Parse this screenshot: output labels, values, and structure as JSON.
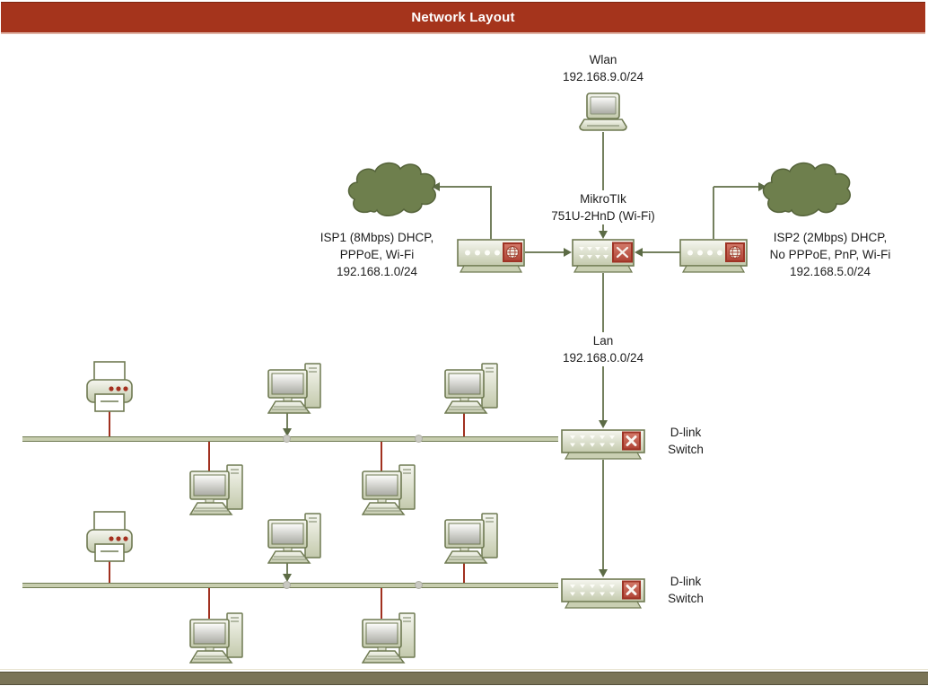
{
  "header": {
    "title": "Network Layout"
  },
  "diagram": {
    "wlan": {
      "name": "Wlan",
      "subnet": "192.168.9.0/24"
    },
    "mikrotik": {
      "name": "MikroTIk",
      "model": "751U-2HnD (Wi-Fi)"
    },
    "isp1": {
      "line1": "ISP1  (8Mbps) DHCP,",
      "line2": "PPPoE, Wi-Fi",
      "line3": "192.168.1.0/24"
    },
    "isp2": {
      "line1": "ISP2 (2Mbps) DHCP,",
      "line2": "No PPPoE, PnP, Wi-Fi",
      "line3": "192.168.5.0/24"
    },
    "lan": {
      "name": "Lan",
      "subnet": "192.168.0.0/24"
    },
    "switch1": {
      "line1": "D-link",
      "line2": "Switch"
    },
    "switch2": {
      "line1": "D-link",
      "line2": "Switch"
    }
  },
  "icons": {
    "laptop": "laptop-icon",
    "cloud": "cloud-icon",
    "modem": "modem-globe-icon",
    "router": "router-route-icon",
    "switch": "switch-x-icon",
    "printer": "printer-icon",
    "computer": "desktop-computer-icon"
  },
  "colors": {
    "header_bg": "#A5341C",
    "footer_bg": "#7A7457",
    "cloud_fill": "#6E7F4D",
    "device_border": "#6F7A52",
    "device_fill_light": "#F4F5EE",
    "device_fill_dark": "#C3C9AC",
    "accent_red": "#9E3325",
    "wire_olive": "#74805E",
    "wire_red": "#A1301F",
    "bus_fill": "#C7CDAE"
  }
}
